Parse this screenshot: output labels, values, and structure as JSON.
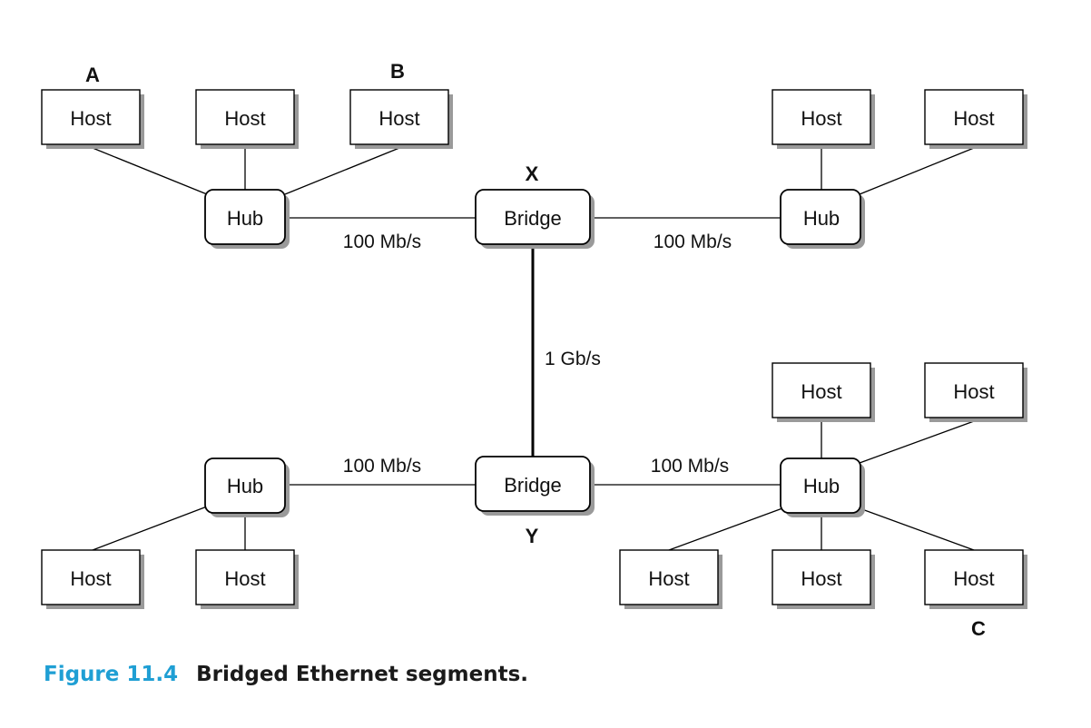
{
  "figure": {
    "number": "Figure 11.4",
    "title": "Bridged Ethernet segments."
  },
  "labels": {
    "host": "Host",
    "hub": "Hub",
    "bridge": "Bridge"
  },
  "letters": {
    "a": "A",
    "b": "B",
    "c": "C",
    "x": "X",
    "y": "Y"
  },
  "links": {
    "hub_top_left_to_bridge_x": "100 Mb/s",
    "bridge_x_to_hub_top_right": "100 Mb/s",
    "bridge_x_to_bridge_y": "1 Gb/s",
    "hub_bottom_left_to_bridge_y": "100 Mb/s",
    "bridge_y_to_hub_bottom_right": "100 Mb/s"
  },
  "colors": {
    "caption_number": "#1f9fd4",
    "shadow": "#9a9a9a"
  }
}
